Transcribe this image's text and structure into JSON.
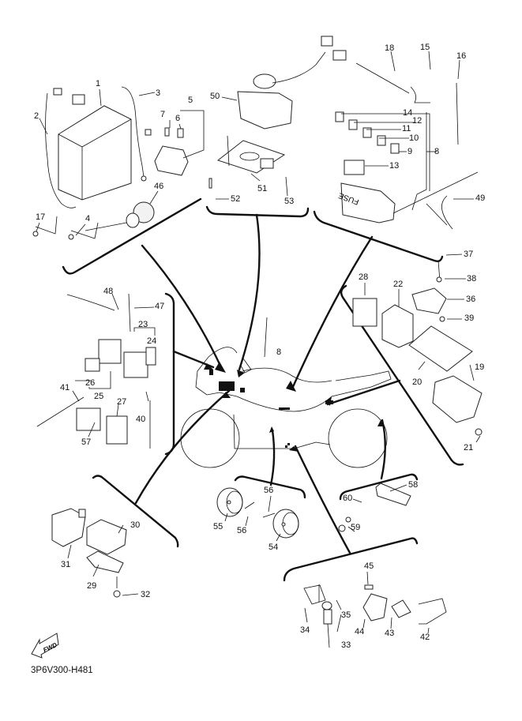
{
  "diagram": {
    "title": "Electrical 2",
    "figure_code": "3P6V300-H481",
    "fwd_arrow_label": "FWD",
    "fuse_box_label": "FUSE",
    "callouts": [
      {
        "id": "1",
        "part": "battery"
      },
      {
        "id": "2",
        "part": "battery-minus-lead"
      },
      {
        "id": "3",
        "part": "battery-plus-lead"
      },
      {
        "id": "4",
        "part": "cable-band"
      },
      {
        "id": "5",
        "part": "starter-relay-assembly"
      },
      {
        "id": "6",
        "part": "fuse"
      },
      {
        "id": "7",
        "part": "bolt"
      },
      {
        "id": "8",
        "part": "wire-harness-assembly"
      },
      {
        "id": "9",
        "part": "fuse"
      },
      {
        "id": "10",
        "part": "fuse"
      },
      {
        "id": "11",
        "part": "fuse"
      },
      {
        "id": "12",
        "part": "fuse"
      },
      {
        "id": "13",
        "part": "fuse-holder"
      },
      {
        "id": "14",
        "part": "fuse"
      },
      {
        "id": "15",
        "part": "cable-band"
      },
      {
        "id": "16",
        "part": "cable-band"
      },
      {
        "id": "17",
        "part": "cable-band"
      },
      {
        "id": "18",
        "part": "cable-tie"
      },
      {
        "id": "19",
        "part": "regulator-rectifier"
      },
      {
        "id": "20",
        "part": "bracket"
      },
      {
        "id": "21",
        "part": "nut"
      },
      {
        "id": "22",
        "part": "relay"
      },
      {
        "id": "23",
        "part": "relay-assembly"
      },
      {
        "id": "24",
        "part": "cover"
      },
      {
        "id": "25",
        "part": "relay-assembly"
      },
      {
        "id": "26",
        "part": "cover"
      },
      {
        "id": "27",
        "part": "relay"
      },
      {
        "id": "28",
        "part": "relay"
      },
      {
        "id": "29",
        "part": "holder"
      },
      {
        "id": "30",
        "part": "holder-cover"
      },
      {
        "id": "31",
        "part": "coupler-cover"
      },
      {
        "id": "32",
        "part": "bolt"
      },
      {
        "id": "33",
        "part": "switch-rear-stop"
      },
      {
        "id": "34",
        "part": "bracket"
      },
      {
        "id": "35",
        "part": "screw"
      },
      {
        "id": "36",
        "part": "sensor"
      },
      {
        "id": "37",
        "part": "screw"
      },
      {
        "id": "38",
        "part": "washer"
      },
      {
        "id": "39",
        "part": "nut"
      },
      {
        "id": "40",
        "part": "cable-band"
      },
      {
        "id": "41",
        "part": "cable-tie"
      },
      {
        "id": "42",
        "part": "stand-switch-bracket"
      },
      {
        "id": "43",
        "part": "stand-switch"
      },
      {
        "id": "44",
        "part": "plate"
      },
      {
        "id": "45",
        "part": "screw"
      },
      {
        "id": "46",
        "part": "socket"
      },
      {
        "id": "47",
        "part": "lead"
      },
      {
        "id": "48",
        "part": "cable-band"
      },
      {
        "id": "49",
        "part": "cable-band"
      },
      {
        "id": "50",
        "part": "reserve-tank"
      },
      {
        "id": "51",
        "part": "bracket"
      },
      {
        "id": "52",
        "part": "bolt"
      },
      {
        "id": "53",
        "part": "damper"
      },
      {
        "id": "54",
        "part": "horn-low"
      },
      {
        "id": "55",
        "part": "horn-high"
      },
      {
        "id": "56",
        "part": "bolt"
      },
      {
        "id": "57",
        "part": "relay"
      },
      {
        "id": "58",
        "part": "reflector"
      },
      {
        "id": "59",
        "part": "nut"
      },
      {
        "id": "60",
        "part": "washer"
      }
    ]
  }
}
